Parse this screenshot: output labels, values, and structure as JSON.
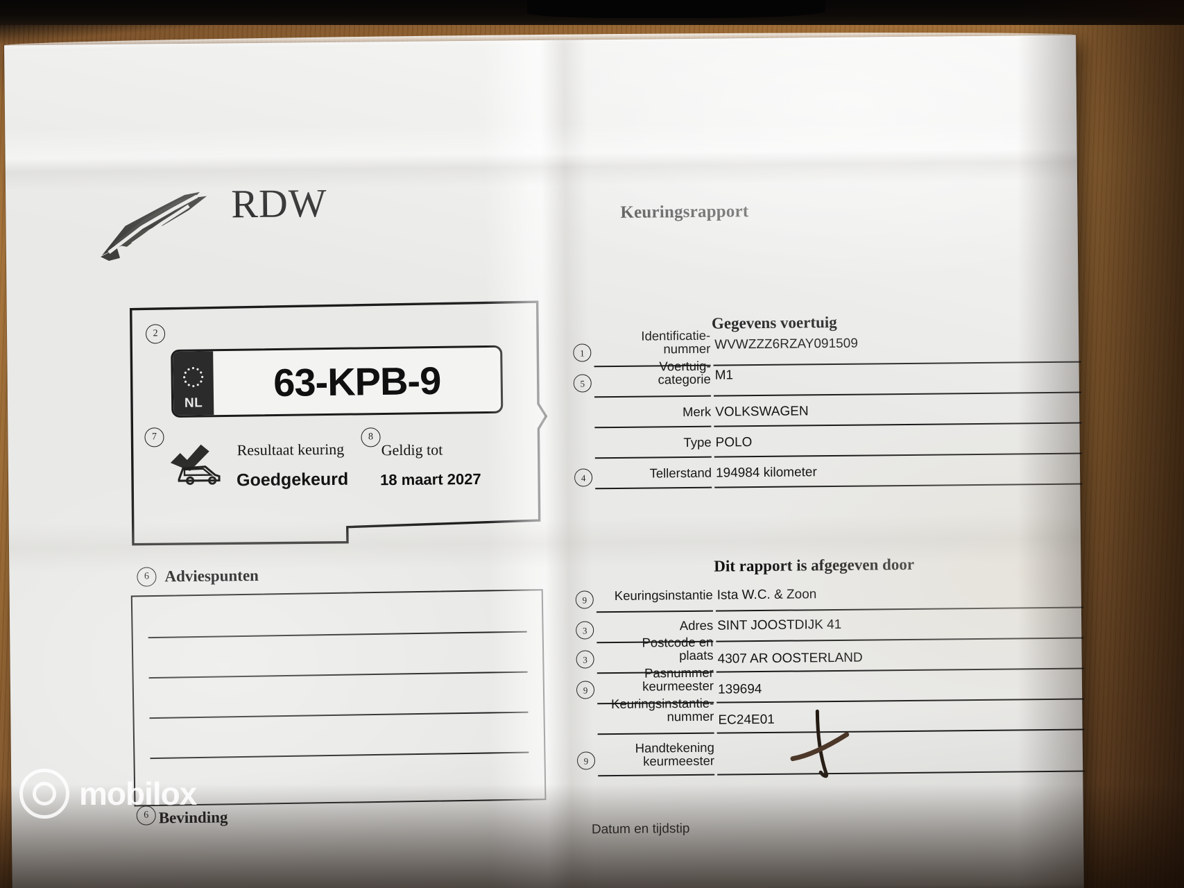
{
  "document": {
    "brand": "RDW",
    "logo_icon": "rdw-road-arrow-logo",
    "report_title": "Keuringsrapport"
  },
  "plate": {
    "marker": "2",
    "country_code": "NL",
    "eu_icon": "eu-stars-icon",
    "registration": "63-KPB-9"
  },
  "result": {
    "marker_result": "7",
    "marker_valid": "8",
    "car_icon": "car-approved-icon",
    "label_result": "Resultaat keuring",
    "value_result": "Goedgekeurd",
    "label_valid_until": "Geldig tot",
    "value_valid_until": "18 maart 2027"
  },
  "advice": {
    "marker": "6",
    "title": "Adviespunten",
    "line_count": 5
  },
  "finding": {
    "marker": "6",
    "title": "Bevinding"
  },
  "vehicle": {
    "section_title": "Gegevens voertuig",
    "rows": [
      {
        "marker": "1",
        "label": "Identificatie-\nnummer",
        "value": "WVWZZZ6RZAY091509"
      },
      {
        "marker": "5",
        "label": "Voertuig-\ncategorie",
        "value": "M1"
      },
      {
        "marker": "",
        "label": "Merk",
        "value": "VOLKSWAGEN"
      },
      {
        "marker": "",
        "label": "Type",
        "value": "POLO"
      },
      {
        "marker": "4",
        "label": "Tellerstand",
        "value": "194984 kilometer"
      }
    ]
  },
  "issuer": {
    "section_title": "Dit rapport is afgegeven door",
    "rows": [
      {
        "marker": "9",
        "label": "Keuringsinstantie",
        "value": "Ista W.C. & Zoon"
      },
      {
        "marker": "3",
        "label": "Adres",
        "value": "SINT JOOSTDIJK 41"
      },
      {
        "marker": "3",
        "label": "Postcode en\nplaats",
        "value": "4307 AR OOSTERLAND"
      },
      {
        "marker": "9",
        "label": "Pasnummer\nkeurmeester",
        "value": "139694"
      },
      {
        "marker": "",
        "label": "Keuringsinstantie-\nnummer",
        "value": "EC24E01"
      },
      {
        "marker": "9",
        "label": "Handtekening\nkeurmeester",
        "value": ""
      }
    ],
    "signature_icon": "handwritten-signature-mark"
  },
  "bottom_partial": {
    "label": "Datum en tijdstip"
  },
  "watermark": {
    "text": "mobilox",
    "icon": "mobilox-ring-logo"
  },
  "colors": {
    "paper": "#e9e9e7",
    "ink": "#141414",
    "desk": "#a06c34",
    "plate_badge": "#2b2b2b"
  }
}
